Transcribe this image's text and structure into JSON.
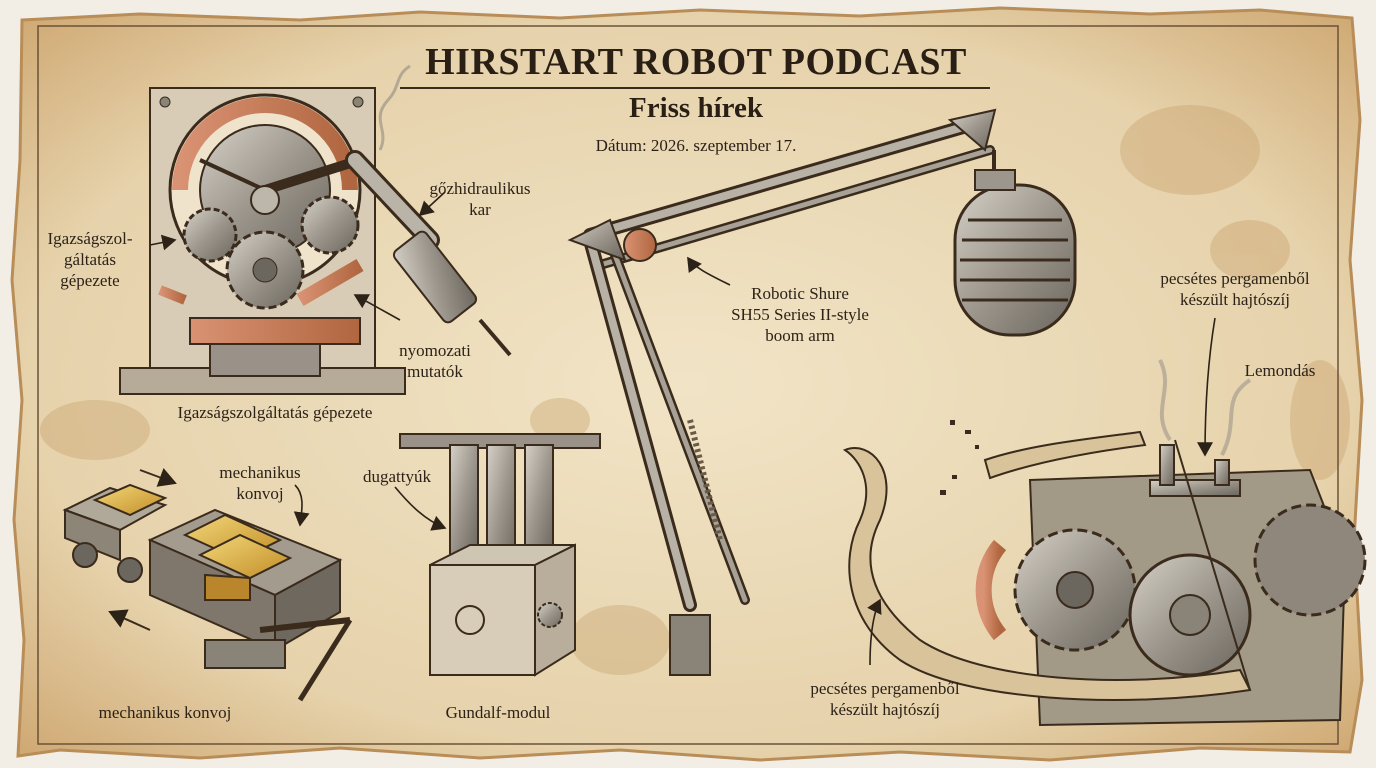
{
  "header": {
    "title": "HIRSTART ROBOT PODCAST",
    "subtitle": "Friss hírek",
    "date": "Dátum: 2026. szeptember 17."
  },
  "labels": {
    "steam_hydraulic_arm": "gőzhidraulikus\nkar",
    "justice_mechanism_side": "Igazságszol-\ngáltatás\ngépezete",
    "investigative_pointers": "nyomozati\nmutatók",
    "justice_mechanism_caption": "Igazságszolgáltatás gépezete",
    "mechanical_convoy_top": "mechanikus\nkonvoj",
    "mechanical_convoy_caption": "mechanikus konvoj",
    "pistons": "dugattyúk",
    "gundalf_module": "Gundalf-modul",
    "boom_arm": "Robotic Shure\nSH55 Series II-style\nboom arm",
    "belt_top": "pecsétes pergamenből\nkészült hajtószíj",
    "resignation": "Lemondás",
    "belt_bottom": "pecsétes pergamenből\nkészült hajtószíj"
  },
  "colors": {
    "paper": "#e8d6b4",
    "paper_edge": "#c79a5c",
    "ink": "#2c2218",
    "metal": "#9a9590",
    "copper": "#c07a4e",
    "gold": "#d9a93a"
  }
}
